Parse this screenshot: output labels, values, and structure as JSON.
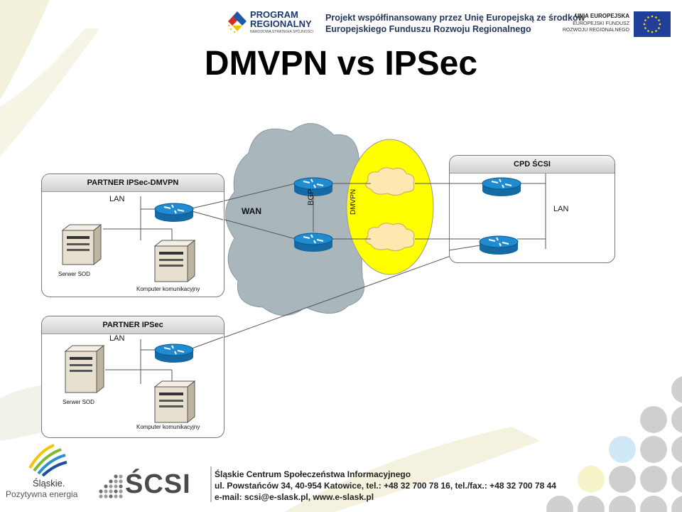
{
  "header": {
    "program_line1": "PROGRAM",
    "program_line2": "REGIONALNY",
    "program_line3": "NARODOWA STRATEGIA SPÓJNOŚCI",
    "project_line1": "Projekt współfinansowany przez Unię Europejską ze środków",
    "project_line2": "Europejskiego Funduszu Rozwoju Regionalnego",
    "eu_line1": "UNIA EUROPEJSKA",
    "eu_line2": "EUROPEJSKI FUNDUSZ",
    "eu_line3": "ROZWOJU REGIONALNEGO"
  },
  "title": "DMVPN vs IPSec",
  "diagram": {
    "partner_dmvpn": {
      "title": "PARTNER IPSec-DMVPN",
      "lan": "LAN",
      "server": "Serwer SOD",
      "computer": "Komputer komunikacyjny"
    },
    "partner_ipsec": {
      "title": "PARTNER IPSec",
      "lan": "LAN",
      "server": "Serwer SOD",
      "computer": "Komputer komunikacyjny"
    },
    "cpd": {
      "title": "CPD ŚCSI",
      "lan": "LAN"
    },
    "wan": "WAN",
    "bgp": "BGP",
    "dmvpn": "DMVPN"
  },
  "footer": {
    "slaskie_name": "Śląskie.",
    "slaskie_slogan": "Pozytywna energia",
    "scsi_logo": "ŚCSI",
    "line1": "Śląskie Centrum Społeczeństwa Informacyjnego",
    "line2": "ul. Powstańców 34, 40-954 Katowice, tel.: +48 32 700 78 16, tel./fax.: +48 32 700 78 44",
    "line3": "e-mail: scsi@e-slask.pl, www.e-slask.pl"
  },
  "colors": {
    "cloud": "#a9b7bd",
    "dmvpn_ellipse": "#ffff00",
    "router": "#1f8bd0",
    "title": "#000000",
    "dots_gray": "#cfcfcf",
    "dots_blue": "#cfe8f6",
    "dots_yellow": "#f6f3c8"
  }
}
